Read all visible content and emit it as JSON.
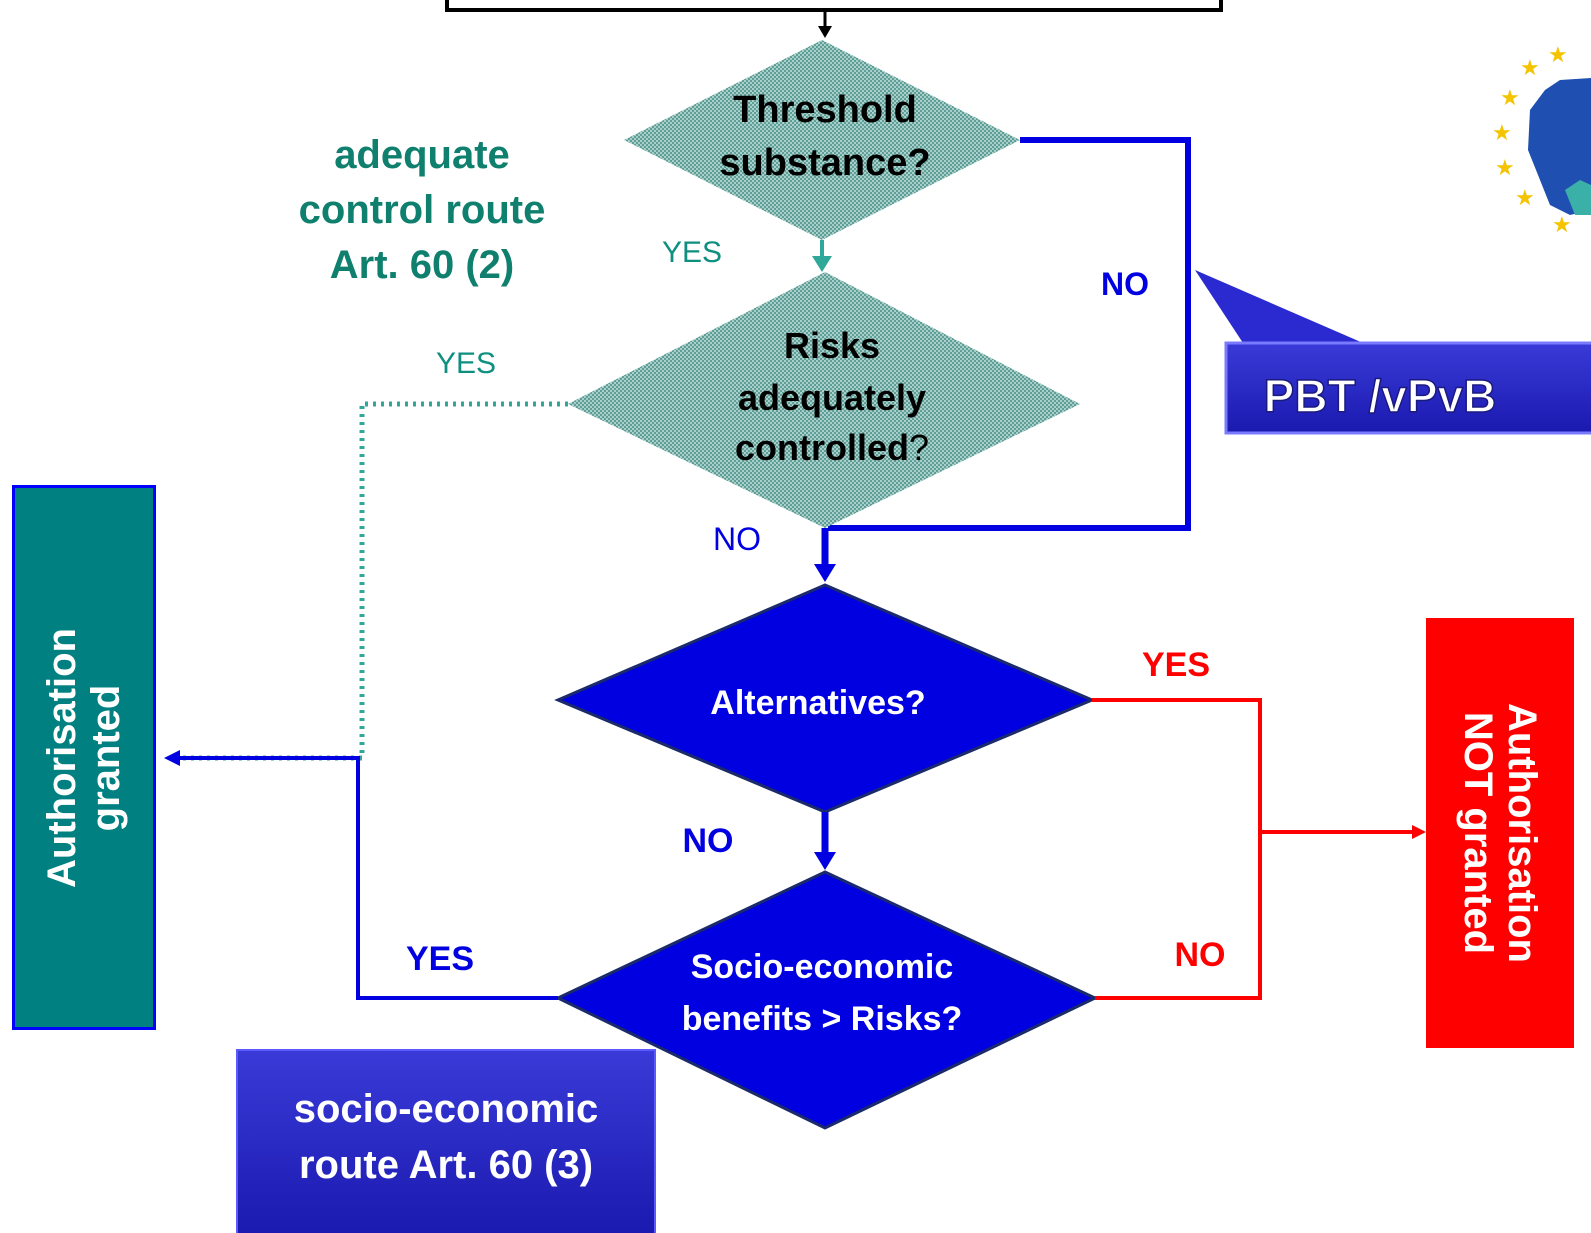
{
  "nodes": {
    "threshold": {
      "line1": "Threshold",
      "line2": "substance?"
    },
    "risks": {
      "line1": "Risks",
      "line2": "adequately",
      "line3a": "controlled",
      "line3b": "?"
    },
    "alternatives": {
      "label": "Alternatives?"
    },
    "socio": {
      "line1": "Socio-economic",
      "line2": "benefits > Risks?"
    }
  },
  "outcomes": {
    "granted": {
      "line1": "Authorisation",
      "line2": "granted"
    },
    "not_granted": {
      "line1": "Authorisation",
      "line2": "NOT granted"
    }
  },
  "routes": {
    "adequate": {
      "line1": "adequate",
      "line2": "control route",
      "line3": "Art. 60 (2)"
    },
    "socio": {
      "line1": "socio-economic",
      "line2": "route Art. 60 (3)"
    },
    "pbt": {
      "label": "PBT /vPvB"
    }
  },
  "edges": {
    "threshold_yes": "YES",
    "threshold_no": "NO",
    "risks_yes": "YES",
    "risks_no": "NO",
    "alternatives_yes": "YES",
    "alternatives_no": "NO",
    "socio_yes": "YES",
    "socio_no": "NO"
  },
  "colors": {
    "teal": "#008080",
    "blue": "#0000e0",
    "red": "#ff0000",
    "dark_teal_text": "#0f7f6e"
  }
}
